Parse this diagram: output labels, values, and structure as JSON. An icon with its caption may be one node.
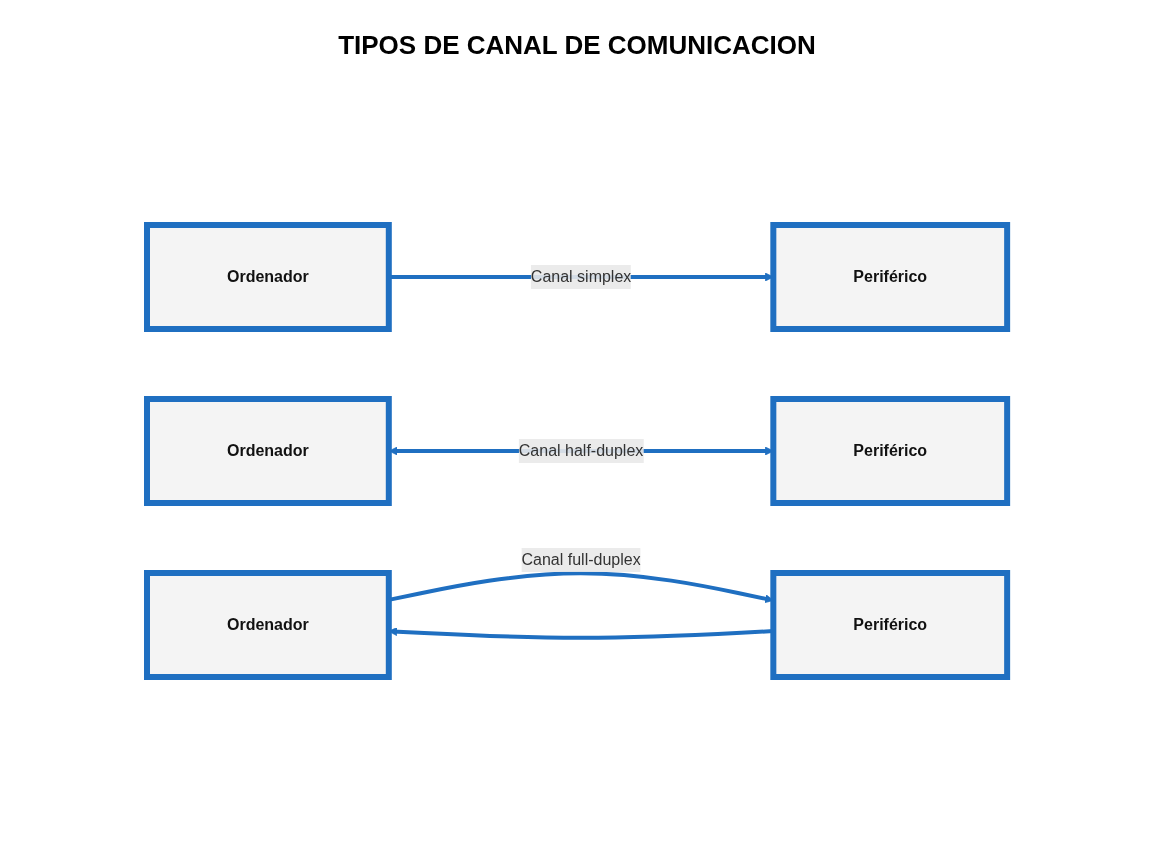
{
  "diagram": {
    "title": "TIPOS DE CANAL DE COMUNICACION",
    "nodes": [
      {
        "text": [
          "Ordenador"
        ]
      },
      {
        "text": [
          "Periférico"
        ]
      },
      {
        "text": [
          "Ordenador"
        ]
      },
      {
        "text": [
          "Periférico"
        ]
      },
      {
        "text": [
          "Ordenador"
        ]
      },
      {
        "text": [
          "Periférico"
        ]
      }
    ],
    "edges": [
      {
        "from": 0,
        "to": 1,
        "arrow": "to",
        "label": "Canal simplex"
      },
      {
        "from": 2,
        "to": 3,
        "arrow": "both",
        "label": "Canal half-duplex"
      },
      {
        "from": 5,
        "to": 4,
        "arrow": "to"
      },
      {
        "from": 4,
        "to": 5,
        "arrow": "to",
        "label": "Canal full-duplex"
      }
    ]
  }
}
